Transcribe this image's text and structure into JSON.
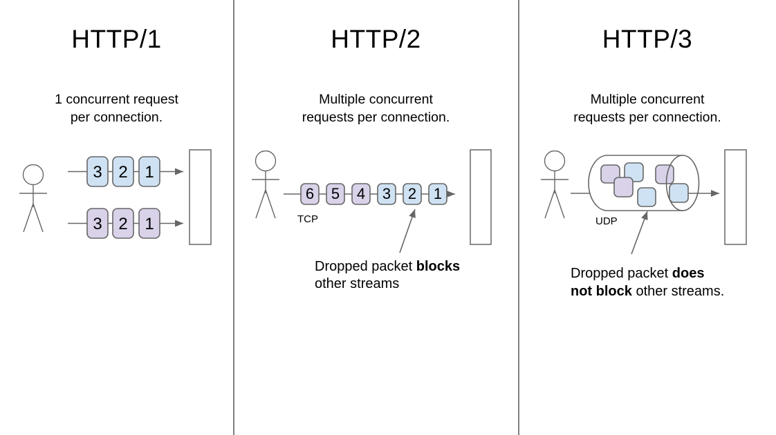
{
  "colors": {
    "packet-blue": "#cfe2f3",
    "packet-purple": "#d9d2e9",
    "stroke": "#666666",
    "divider": "#808080",
    "text": "#000000"
  },
  "panels": [
    {
      "title": "HTTP/1",
      "subtitle": "1 concurrent request\nper connection.",
      "rows": [
        {
          "color": "blue",
          "packets": [
            "3",
            "2",
            "1"
          ]
        },
        {
          "color": "purple",
          "packets": [
            "3",
            "2",
            "1"
          ]
        }
      ]
    },
    {
      "title": "HTTP/2",
      "subtitle": "Multiple concurrent\nrequests per connection.",
      "connection_label": "TCP",
      "packets": [
        {
          "label": "6",
          "color": "purple"
        },
        {
          "label": "5",
          "color": "purple"
        },
        {
          "label": "4",
          "color": "purple"
        },
        {
          "label": "3",
          "color": "blue"
        },
        {
          "label": "2",
          "color": "blue"
        },
        {
          "label": "1",
          "color": "blue"
        }
      ],
      "annotation": {
        "line1_normal": "Dropped packet ",
        "line1_bold": "blocks",
        "line2_bold": "",
        "line2_normal": "other streams"
      }
    },
    {
      "title": "HTTP/3",
      "subtitle": "Multiple concurrent\nrequests per connection.",
      "connection_label": "UDP",
      "packets": [
        {
          "color": "purple"
        },
        {
          "color": "blue"
        },
        {
          "color": "purple"
        },
        {
          "color": "purple"
        },
        {
          "color": "blue"
        },
        {
          "color": "blue"
        }
      ],
      "annotation": {
        "line1_normal": "Dropped packet ",
        "line1_bold": "does",
        "line2_bold": "not block",
        "line2_normal": " other streams."
      }
    }
  ]
}
